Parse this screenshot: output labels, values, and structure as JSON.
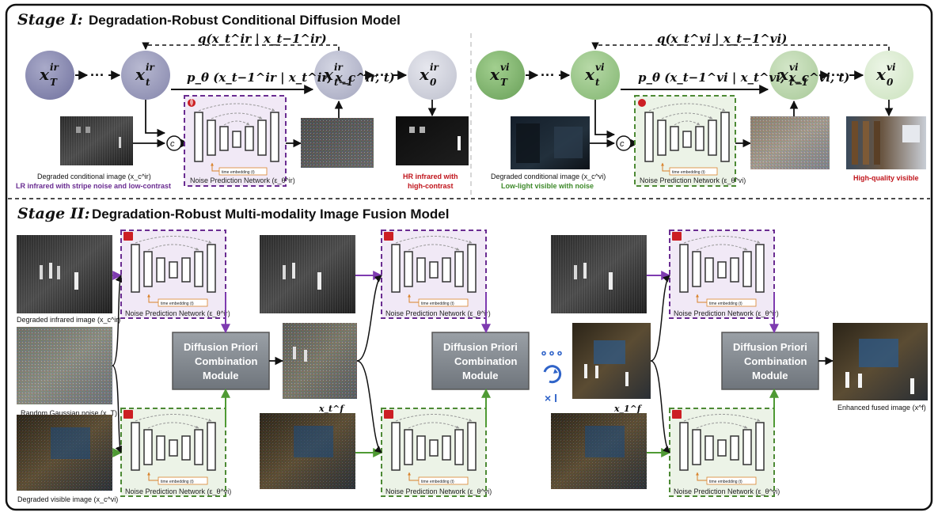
{
  "stage1": {
    "tag": "Stage I:",
    "title": "Degradation-Robust Conditional Diffusion Model",
    "ir": {
      "nodes": [
        {
          "base": "x",
          "sup": "ir",
          "sub": "T"
        },
        {
          "base": "x",
          "sup": "ir",
          "sub": "t"
        },
        {
          "base": "x",
          "sup": "ir",
          "sub": "t−1"
        },
        {
          "base": "x",
          "sup": "ir",
          "sub": "0"
        }
      ],
      "ellipsis": "···",
      "forward_formula": "q(x_t^ir | x_t−1^ir)",
      "reverse_formula": "p_θ (x_t−1^ir | x_t^ir, x_c^ir, t)",
      "concat_symbol": "c",
      "network_label": "Noise Prediction Network (ε_θ^ir)",
      "time_label": "time embedding (t)",
      "condition_caption": "Degraded conditional image (x_c^ir)",
      "degradation_caption": "LR infrared with stripe noise and low-contrast",
      "output_caption_line1": "HR infrared with",
      "output_caption_line2": "high-contrast"
    },
    "vi": {
      "nodes": [
        {
          "base": "x",
          "sup": "vi",
          "sub": "T"
        },
        {
          "base": "x",
          "sup": "vi",
          "sub": "t"
        },
        {
          "base": "x",
          "sup": "vi",
          "sub": "t−1"
        },
        {
          "base": "x",
          "sup": "vi",
          "sub": "0"
        }
      ],
      "ellipsis": "···",
      "forward_formula": "q(x_t^vi | x_t−1^vi)",
      "reverse_formula": "p_θ (x_t−1^vi | x_t^vi, x_c^vi, t)",
      "concat_symbol": "c",
      "network_label": "Noise Prediction Network (ε_θ^vi)",
      "time_label": "time embedding (t)",
      "condition_caption": "Degraded conditional image (x_c^vi)",
      "degradation_caption": "Low-light visible with noise",
      "output_caption": "High-quality visible"
    }
  },
  "stage2": {
    "tag": "Stage II:",
    "title": "Degradation-Robust Multi-modality Image Fusion Model",
    "ir_caption": "Degraded infrared image (x_c^ir)",
    "noise_caption": "Random Gaussian noise (x_T)",
    "vi_caption": "Degraded visible image (x_c^vi)",
    "fused_caption": "Enhanced fused image (x^f)",
    "net_ir_label": "Noise Prediction Network (ε_θ^ir)",
    "net_vi_label": "Noise Prediction Network (ε_θ^vi)",
    "time_label": "time embedding (t)",
    "dpcm_line1": "Diffusion Priori",
    "dpcm_line2": "Combination",
    "dpcm_line3": "Module",
    "xt_label": "x_t^f",
    "x1_label": "x_1^f",
    "dots": "∘∘∘",
    "repeat_label": "× l"
  },
  "colors": {
    "ir_node": "#8c8db5",
    "vi_node": "#8dbd7c",
    "purple_border": "#6a2c91",
    "green_border": "#4d8a35",
    "purple_arrow": "#7e3bb0",
    "green_arrow": "#4f9a34",
    "dpcm_fill": "#858b92",
    "lock_red": "#cc1f24",
    "blue": "#2f63c8"
  }
}
